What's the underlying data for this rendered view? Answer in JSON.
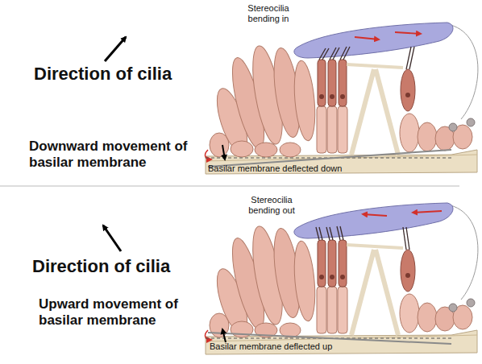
{
  "diagram": {
    "labels": [
      "Stereocilia bending in",
      "Direction of cilia",
      "Downward movement of basilar membrane",
      "Basilar membrane deflected down",
      "Stereocilia bending out",
      "Direction of cilia",
      "Upward movement of basilar membrane",
      "Basilar membrane deflected up"
    ]
  }
}
